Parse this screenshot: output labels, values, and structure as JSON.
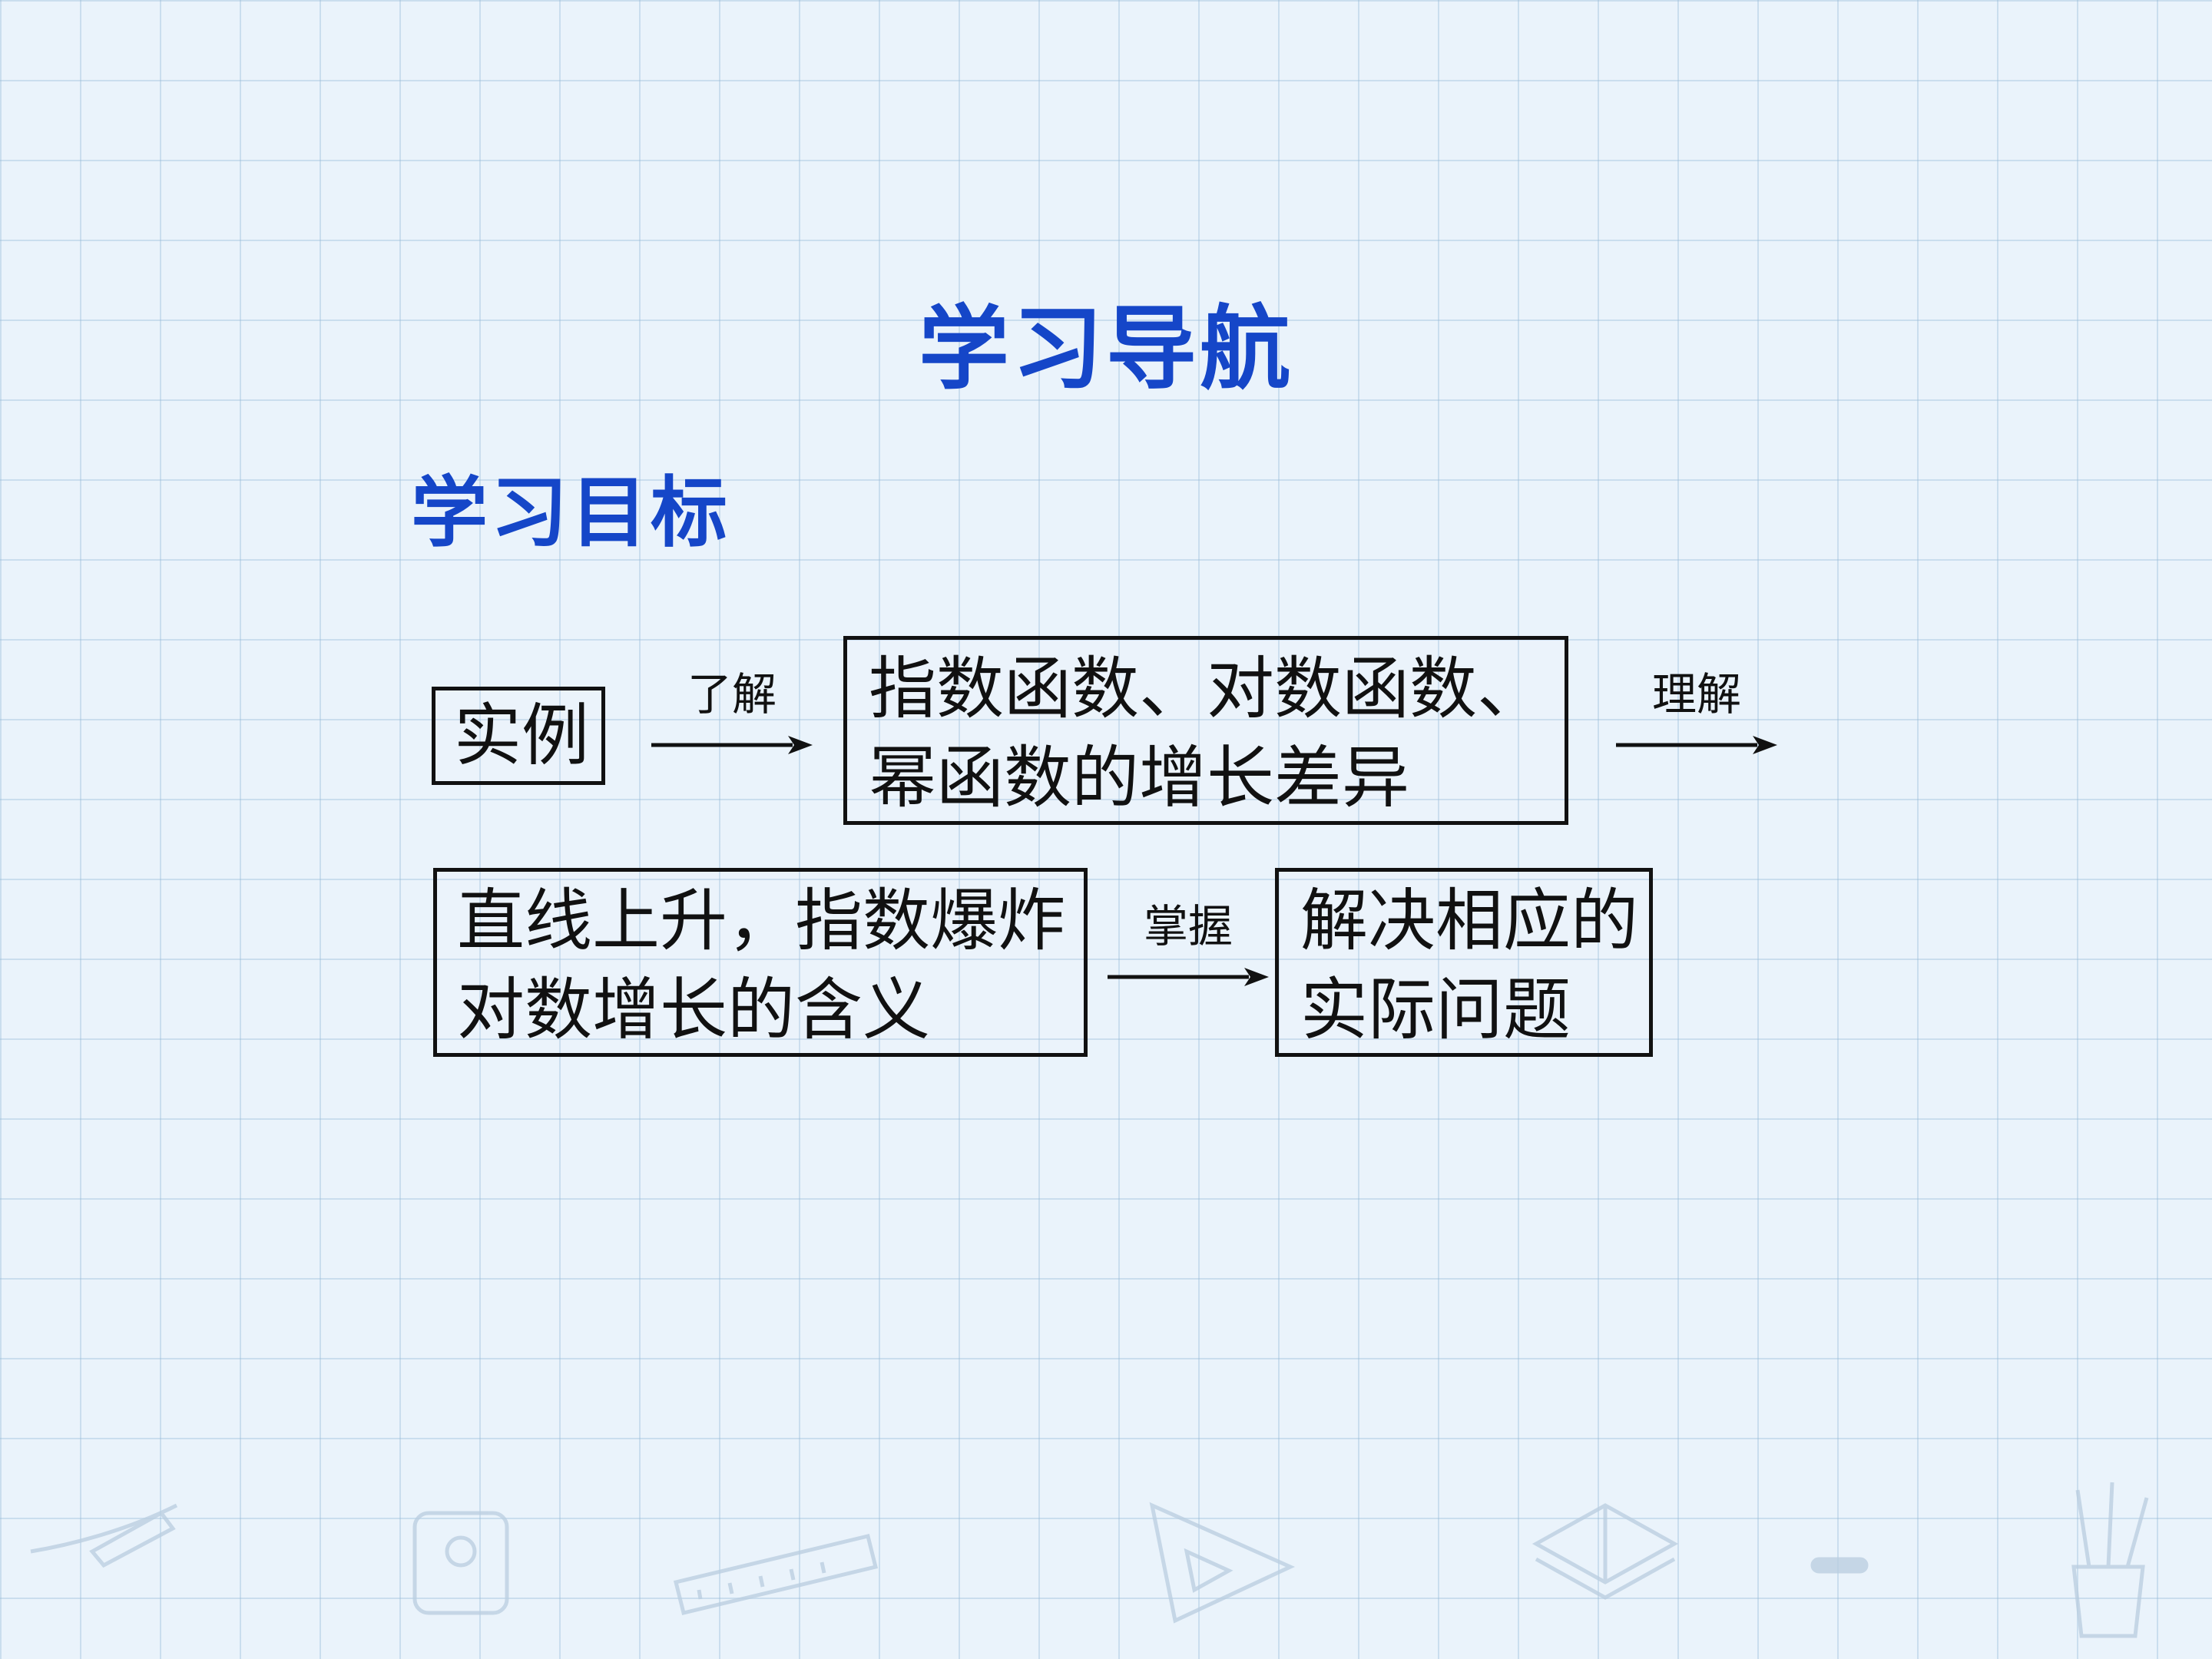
{
  "title": "学习导航",
  "subtitle": "学习目标",
  "colors": {
    "heading": "#1546c8",
    "background": "#eaf3fb",
    "grid": "#96b9d7",
    "box_border": "#111111"
  },
  "flow": {
    "box_example": "实例",
    "arrow_1": "了解",
    "box_growth": [
      "指数函数、对数函数、",
      "幂函数的增长差异"
    ],
    "arrow_2": "理解",
    "box_meaning": [
      "直线上升，指数爆炸",
      "对数增长的含义"
    ],
    "arrow_3": "掌握",
    "box_solve": [
      "解决相应的",
      "实际问题"
    ]
  },
  "decorations": [
    "pencil-icon",
    "notebook-icon",
    "ruler-icon",
    "triangle-ruler-icon",
    "open-book-icon",
    "eraser-icon",
    "pen-holder-icon"
  ]
}
